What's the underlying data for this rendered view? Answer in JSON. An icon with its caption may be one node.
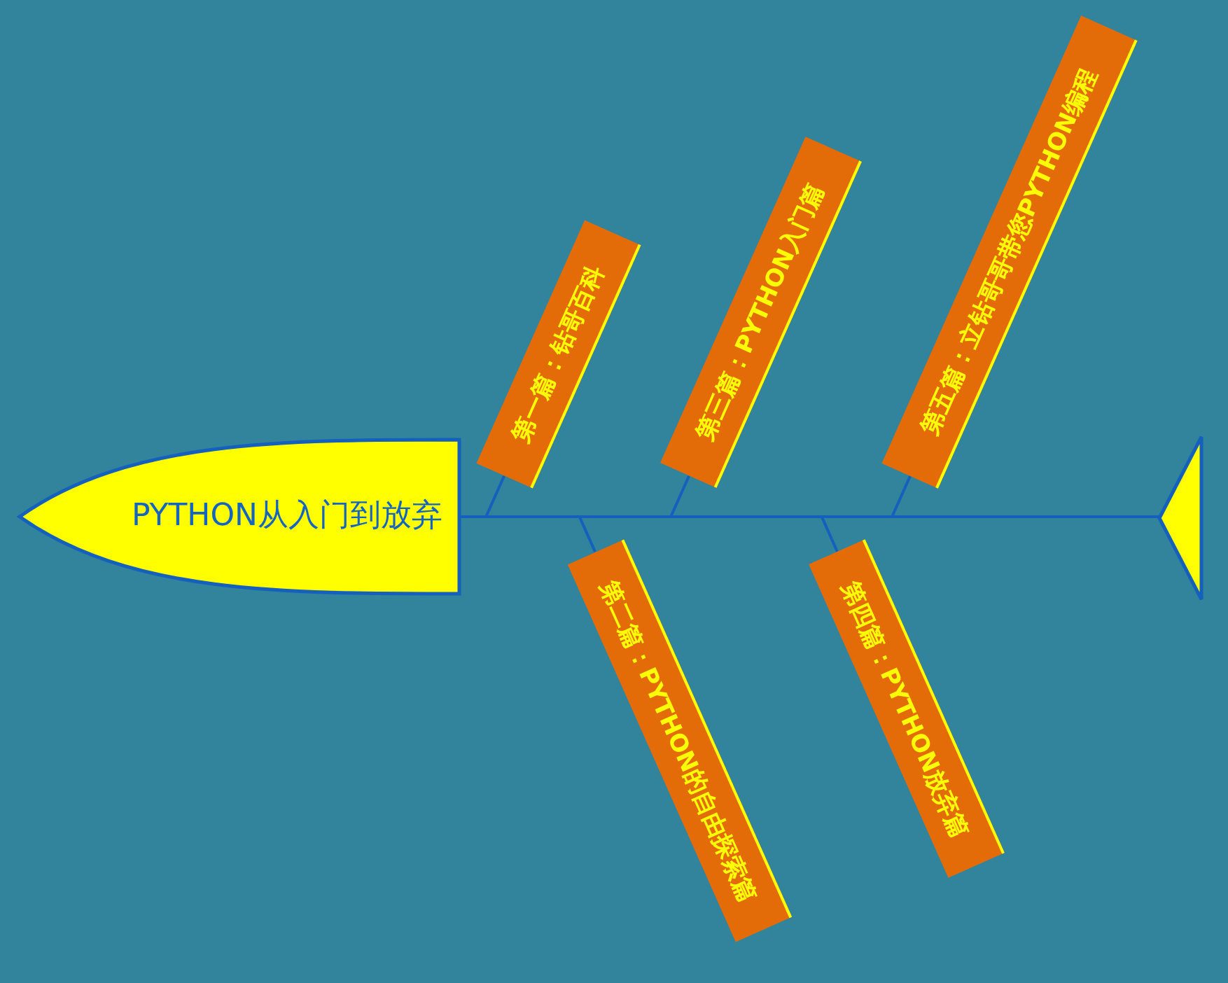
{
  "diagram": {
    "nodes": [
      {
        "text": [
          "PYTHON从入门到放弃"
        ]
      },
      {
        "text": [
          "第一篇：钻哥百科"
        ]
      },
      {
        "text": [
          "第二篇：PYTHON的自由探索篇"
        ]
      },
      {
        "text": [
          "第三篇：PYTHON入门篇"
        ]
      },
      {
        "text": [
          "第四篇：PYTHON放弃篇"
        ]
      },
      {
        "text": [
          "第五篇：立钻哥哥带您PYTHON编程"
        ]
      },
      {
        "text": [],
        "shape": "triangle"
      }
    ],
    "edges": [
      {
        "from": 0,
        "to": 6,
        "arrow": "none"
      },
      {
        "from": 1,
        "to": 0,
        "arrow": "none"
      },
      {
        "from": 2,
        "to": 0,
        "arrow": "none"
      },
      {
        "from": 3,
        "to": 0,
        "arrow": "none"
      },
      {
        "from": 4,
        "to": 0,
        "arrow": "none"
      },
      {
        "from": 5,
        "to": 0,
        "arrow": "none"
      }
    ]
  }
}
